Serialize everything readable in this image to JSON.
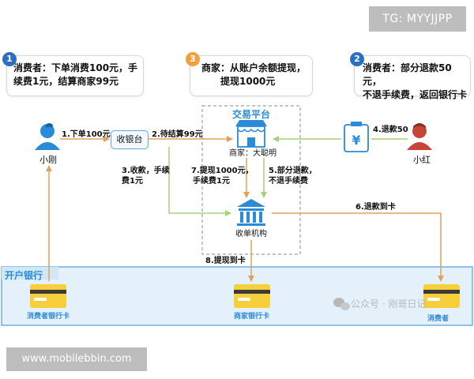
{
  "badges": {
    "tg": "TG: MYYJJPP",
    "website": "www.mobilebbin.com"
  },
  "colors": {
    "flow_orange": "#e0a25a",
    "flow_green": "#a6d07a",
    "callout_blue": "#2a6fc2",
    "callout_orange": "#f2a03d",
    "icon_blue": "#2a8bd8",
    "consumer_red": "#c6443a",
    "card_yellow": "#f6cf3a"
  },
  "callouts": [
    {
      "number": "1",
      "line1": "消费者：下单消费100元，手",
      "line2": "续费1元，结算商家99元"
    },
    {
      "number": "3",
      "line1": "商家：从账户余额提现，",
      "line2": "提现1000元"
    },
    {
      "number": "2",
      "line1": "消费者：部分退款50元，",
      "line2": "不退手续费，返回银行卡"
    }
  ],
  "nodes": {
    "consumer_left": "小刚",
    "consumer_right": "小红",
    "cashier": "收银台",
    "platform_title": "交易平台",
    "merchant": "商家：大聪明",
    "acquirer": "收单机构",
    "bank_title": "开户银行"
  },
  "icons": {
    "consumer_left": "user-icon",
    "consumer_right": "user-icon",
    "merchant": "store-icon",
    "acquirer": "bank-icon",
    "refund_receipt": "yen-receipt-icon",
    "wechat": "wechat-icon"
  },
  "steps": {
    "s1": "1.下单100元",
    "s2": "2.待结算99元",
    "s3_line1": "3.收款，手续",
    "s3_line2": "费1元",
    "s4": "4.退款50",
    "s5_line1": "5.部分退款，",
    "s5_line2": "不退手续费",
    "s6": "6.退款到卡",
    "s7_line1": "7.提现1000元，",
    "s7_line2": "手续费1元",
    "s8": "8.提现到卡"
  },
  "cards": {
    "consumer_card": "消费者银行卡",
    "merchant_card": "商家银行卡",
    "consumer_card_right": "消费者"
  },
  "watermark": {
    "public_account": "公众号 · 刚哥日记"
  }
}
